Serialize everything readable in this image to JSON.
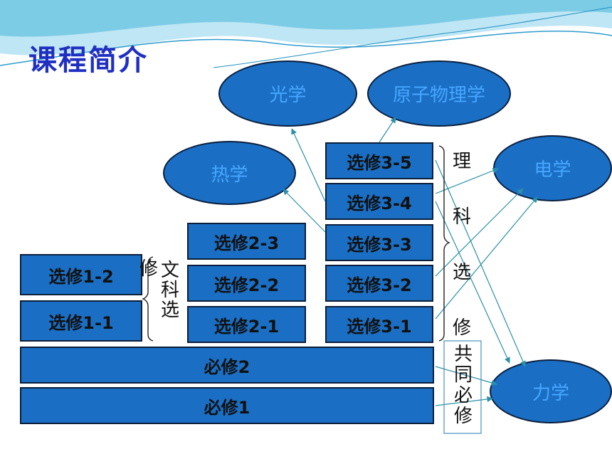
{
  "title": "课程简介",
  "boxes": {
    "bx12": "选修1-2",
    "bx11": "选修1-1",
    "bx23": "选修2-3",
    "bx22": "选修2-2",
    "bx21": "选修2-1",
    "bx35": "选修3-5",
    "bx34": "选修3-4",
    "bx33": "选修3-3",
    "bx32": "选修3-2",
    "bx31": "选修3-1",
    "b2": "必修2",
    "b1": "必修1"
  },
  "ellipses": {
    "optics": "光学",
    "atomic": "原子物理学",
    "thermo": "热学",
    "electro": "电学",
    "mechanics": "力学"
  },
  "labels": {
    "wenke_xiu": "修",
    "wenke": [
      "文",
      "科",
      "选"
    ],
    "like": [
      "理",
      "科",
      "选",
      "修"
    ],
    "gongtong": [
      "共",
      "同",
      "必",
      "修"
    ]
  }
}
